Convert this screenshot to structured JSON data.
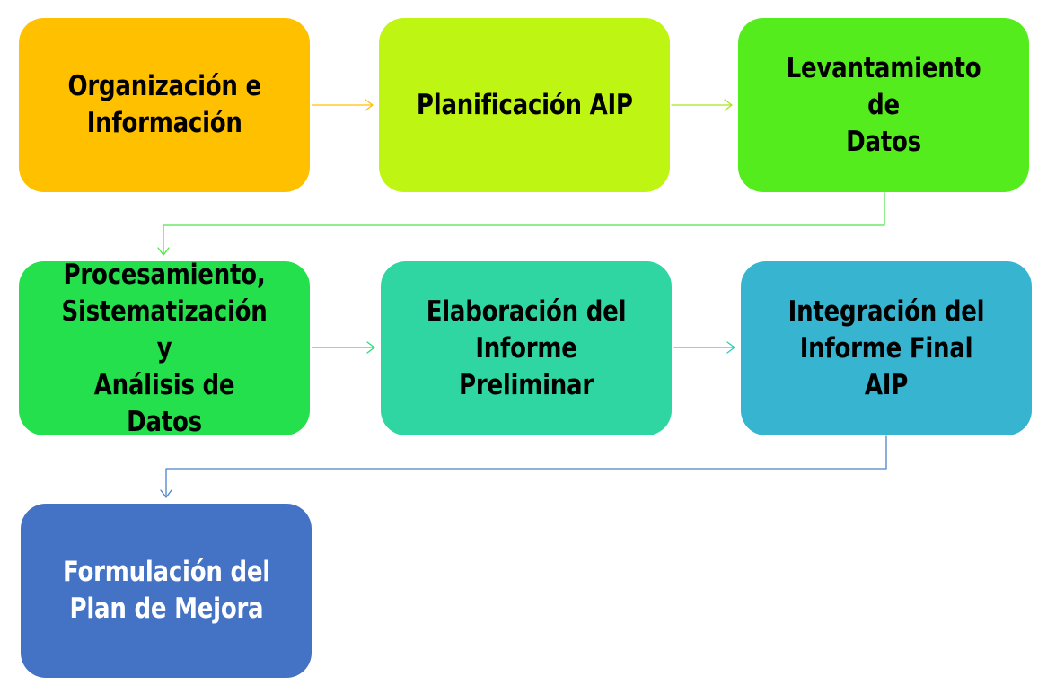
{
  "diagram": {
    "steps": [
      {
        "label": "Organización e\nInformación",
        "color": "#FFC000"
      },
      {
        "label": "Planificación AIP",
        "color": "#BFF513"
      },
      {
        "label": "Levantamiento de\nDatos",
        "color": "#55EC1E"
      },
      {
        "label": "Procesamiento,\nSistematización y\nAnálisis de Datos",
        "color": "#25E04D"
      },
      {
        "label": "Elaboración del\nInforme Preliminar",
        "color": "#2FD6A2"
      },
      {
        "label": "Integración del\nInforme Final AIP",
        "color": "#37B4CF"
      },
      {
        "label": "Formulación del\nPlan de Mejora",
        "color": "#4472C4"
      }
    ],
    "connector_colors": {
      "s1_s2": "#FFC000",
      "s2_s3": "#A8E61A",
      "s3_s4": "#4FE34A",
      "s4_s5": "#2BDB7A",
      "s5_s6": "#33C8BA",
      "s6_s7": "#4A84C8"
    }
  }
}
